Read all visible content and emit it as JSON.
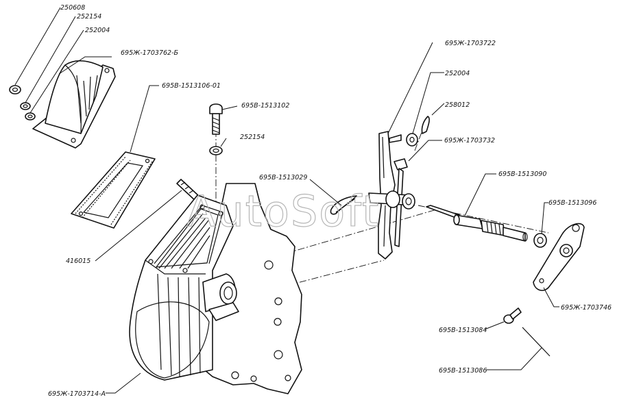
{
  "watermark": "AutoSoft",
  "labels": {
    "p250608": "250608",
    "p252154_top": "252154",
    "p252004_top": "252004",
    "p695zh_1703762_6": "695Ж-1703762-Б",
    "p695v_1513106_01": "695В-1513106-01",
    "p695v_1513102": "695В-1513102",
    "p252154_mid": "252154",
    "p695zh_1703722": "695Ж-1703722",
    "p252004_right": "252004",
    "p258012": "258012",
    "p695zh_1703732": "695Ж-1703732",
    "p695v_1513029": "695В-1513029",
    "p695v_1513090": "695В-1513090",
    "p695v_1513096": "695В-1513096",
    "p416015": "416015",
    "p695zh_1703746": "695Ж-1703746",
    "p695v_1513084": "695В-1513084",
    "p695v_1513086": "695В-1513086",
    "p695zh_1703714_a": "695Ж-1703714-А"
  }
}
